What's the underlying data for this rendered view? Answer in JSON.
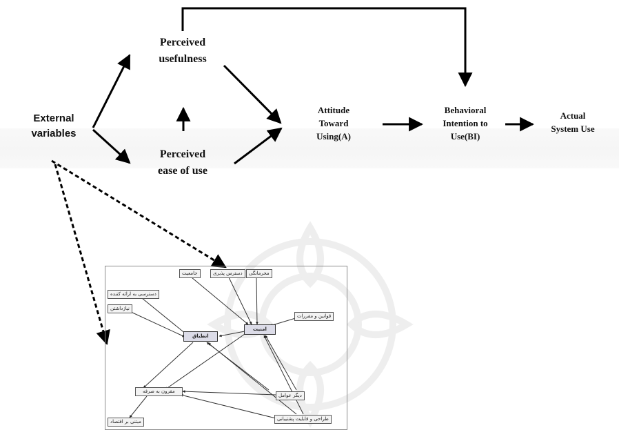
{
  "tam": {
    "external_variables": [
      "External",
      "variables"
    ],
    "perceived_usefulness": [
      "Perceived",
      "usefulness"
    ],
    "perceived_ease_of_use": [
      "Perceived",
      "ease of use"
    ],
    "attitude": [
      "Attitude",
      "Toward",
      "Using(A)"
    ],
    "behavioral_intention": [
      "Behavioral",
      "Intention to",
      "Use(BI)"
    ],
    "actual_use": [
      "Actual",
      "System Use"
    ]
  },
  "inset": {
    "nodes": {
      "top_1": "جامعیت",
      "top_2": "دسترس پذیری",
      "top_3": "محرمانگی",
      "left_1": "دسترسی به ارائه کننده",
      "left_2": "نیازداشتن",
      "rules": "قوانین و مقررات",
      "security": "امنیت",
      "compat": "انطباق",
      "cost": "مقرون به صرفه",
      "other": "دیگر عوامل",
      "design": "طراحی و قابلیت پشتیبانی",
      "budget": "مبتنی بر اقتصاد"
    }
  },
  "colors": {
    "text": "#111111",
    "arrow": "#000000",
    "inset_border": "#8a8a8a",
    "emphasis_node": "#dcdce8"
  }
}
